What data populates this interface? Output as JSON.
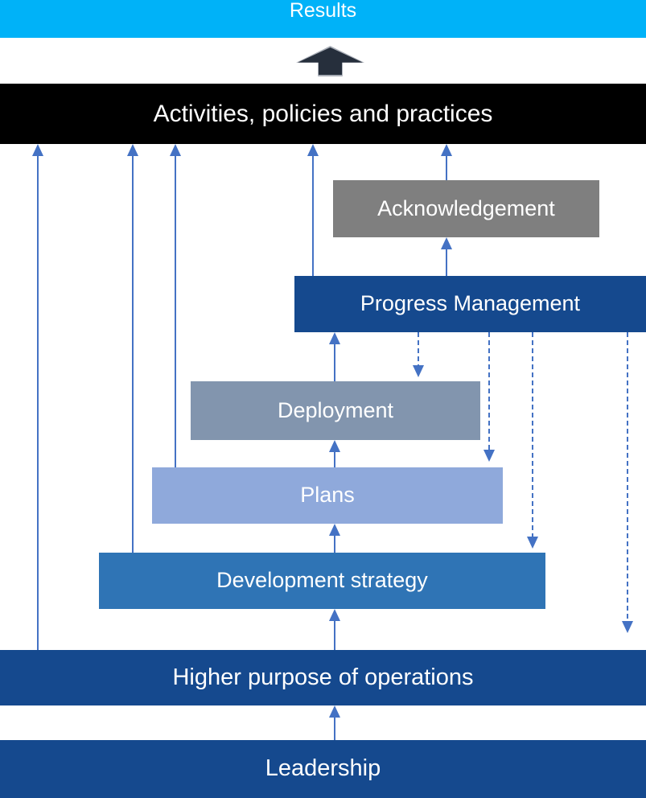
{
  "palette": {
    "results_cyan": "#00B2F8",
    "bar_black": "#000000",
    "navy_blue": "#15498E",
    "medium_blue": "#2F74B5",
    "light_blue": "#8FA9DB",
    "blue_gray": "#8295AE",
    "gray": "#7F7F7F",
    "connector_blue": "#4472C4",
    "block_arrow_fill": "#262F3C",
    "block_arrow_edge": "#A9AEB7",
    "text_white": "#FFFFFF"
  },
  "nodes": {
    "results": "Results",
    "activities": "Activities, policies and practices",
    "acknowledgement": "Acknowledgement",
    "progress_management": "Progress Management",
    "deployment": "Deployment",
    "plans": "Plans",
    "development_strategy": "Development strategy",
    "higher_purpose": "Higher purpose of operations",
    "leadership": "Leadership"
  }
}
